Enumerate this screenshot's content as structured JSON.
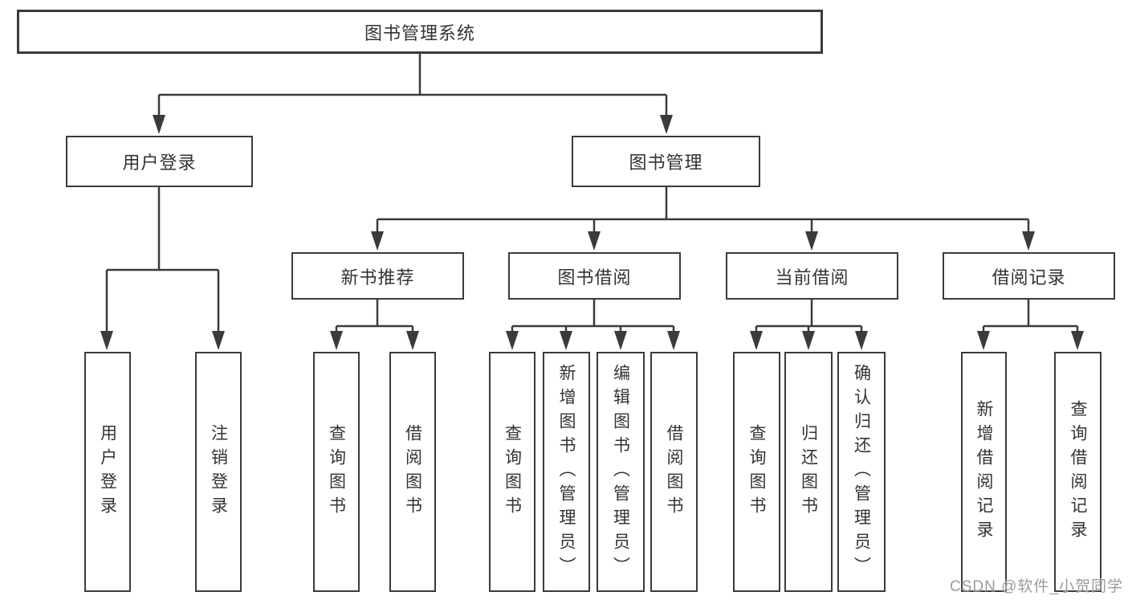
{
  "tree": {
    "root": {
      "label": "图书管理系统",
      "children": [
        {
          "label": "用户登录",
          "children": [
            {
              "label": "用户登录"
            },
            {
              "label": "注销登录"
            }
          ]
        },
        {
          "label": "图书管理",
          "children": [
            {
              "label": "新书推荐",
              "children": [
                {
                  "label": "查询图书"
                },
                {
                  "label": "借阅图书"
                }
              ]
            },
            {
              "label": "图书借阅",
              "children": [
                {
                  "label": "查询图书"
                },
                {
                  "label": "新增图书（管理员）"
                },
                {
                  "label": "编辑图书（管理员）"
                },
                {
                  "label": "借阅图书"
                }
              ]
            },
            {
              "label": "当前借阅",
              "children": [
                {
                  "label": "查询图书"
                },
                {
                  "label": "归还图书"
                },
                {
                  "label": "确认归还（管理员）"
                }
              ]
            },
            {
              "label": "借阅记录",
              "children": [
                {
                  "label": "新增借阅记录"
                },
                {
                  "label": "查询借阅记录"
                }
              ]
            }
          ]
        }
      ]
    }
  },
  "watermark": {
    "text": "CSDN @软件_小贺同学"
  },
  "colors": {
    "line": "#3b3b3b",
    "box_border": "#3b3b3b",
    "text": "#333333",
    "watermark": "#9b9b9b",
    "background": "#ffffff"
  }
}
